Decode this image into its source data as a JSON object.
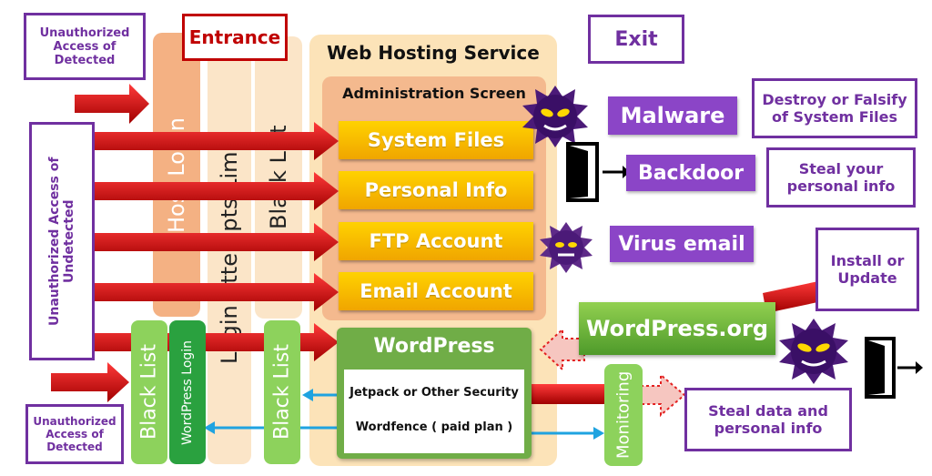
{
  "entrance": "Entrance",
  "exit": "Exit",
  "web_hosting": "Web Hosting Service",
  "admin_screen": "Administration Screen",
  "unauth_detected_top": "Unauthorized Access of Detected",
  "unauth_undetected": "Unauthorized Access of Undetected",
  "unauth_detected_bottom": "Unauthorized Access of Detected",
  "host_login": "Host Login",
  "login_attempts_limit": "Login Attempts Limit",
  "black_list_column": "Black List",
  "black_list_left": "Black List",
  "wordpress_login": "WordPress Login",
  "black_list_small": "Black List",
  "targets": [
    "System Files",
    "Personal Info",
    "FTP Account",
    "Email Account"
  ],
  "wordpress": "WordPress",
  "jetpack": "Jetpack or Other Security",
  "wordfence": "Wordfence ( paid plan )",
  "malware": "Malware",
  "backdoor": "Backdoor",
  "virus_email": "Virus email",
  "destroy": "Destroy or Falsify of System Files",
  "steal_personal": "Steal your personal info",
  "install_update": "Install or Update",
  "wordpress_org": "WordPress.org",
  "monitoring": "Monitoring",
  "steal_data": "Steal data and personal info",
  "colors": {
    "purple": "#7030a0",
    "red_arrow": "#c00000",
    "yellow": "#ffc000",
    "green": "#70ad47",
    "blue_arrow": "#1fa3e0"
  }
}
